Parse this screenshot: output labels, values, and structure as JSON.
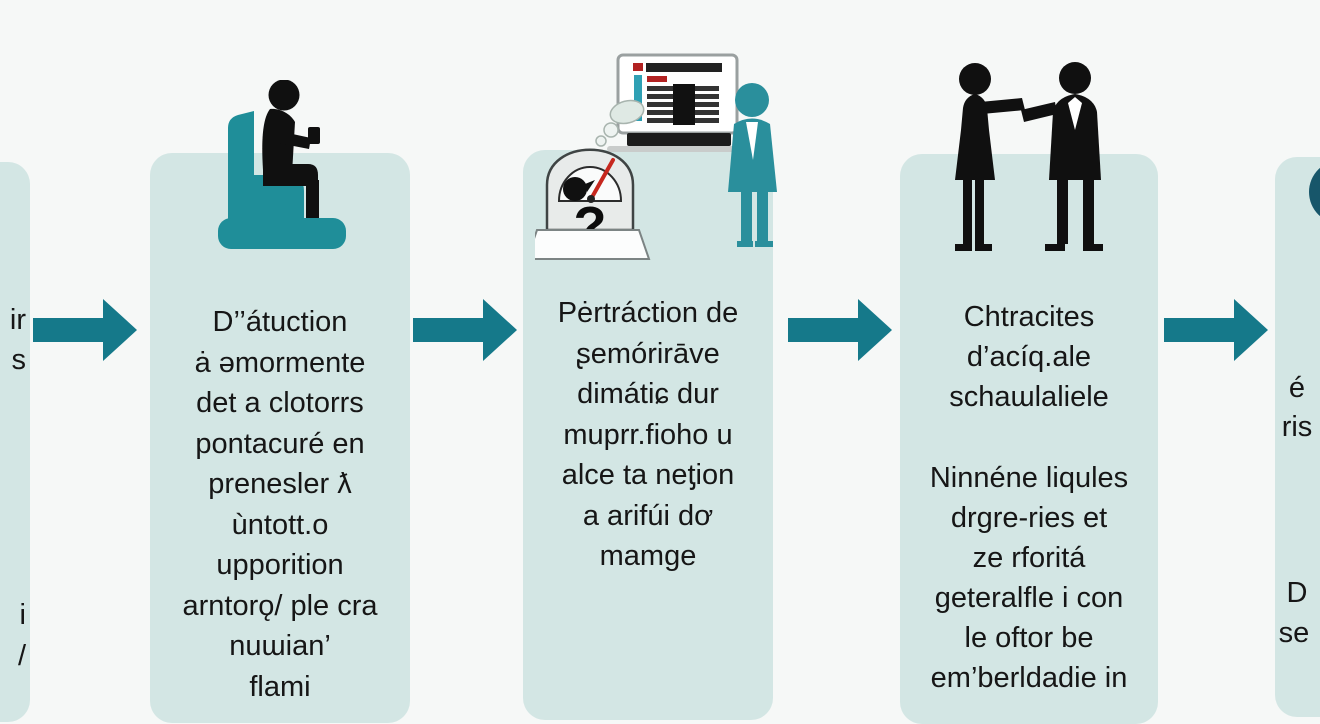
{
  "palette": {
    "background": "#f6f8f7",
    "box_fill": "#d3e6e4",
    "arrow": "#15798a",
    "icon_teal": "#1f8e99",
    "silhouette": "#101010",
    "text": "#161616",
    "accent_red": "#c6271e",
    "partial_icon": "#17566a"
  },
  "icons": {
    "step1": "person-sitting-in-chair-icon",
    "step2": "presenter-laptop-gauge-icon",
    "step3": "handshake-people-icon",
    "gauge_question": "?"
  },
  "left_partial": {
    "fragments": [
      "ir",
      "s",
      "i",
      "/"
    ]
  },
  "step1": {
    "lines": [
      "D’’átuction",
      "ȧ əmormente",
      "det a clotorrs",
      "pontacuré en",
      "prenesler ƛ",
      "ùntott.o",
      "upporition",
      "arntorǫ/ ple cra",
      "nuɯian’",
      "flami"
    ]
  },
  "step2": {
    "lines": [
      "Pėrtráction de",
      "ʂemórirāve",
      "dimátiɕ dur",
      "muprr.fioho u",
      "alce ta neƫion",
      "a arifúi dơ",
      "mamge"
    ]
  },
  "step3": {
    "title_lines": [
      "Chtracites",
      "d’acíq.ale",
      "schaɯlaliele"
    ],
    "body_lines": [
      "Ninnéne liqules",
      "drgre-ries et",
      "ze rforitá",
      "geteralfle i con",
      "le oftor be",
      "em’berldadie in"
    ]
  },
  "right_partial": {
    "fragments": [
      "é",
      "ris",
      "D",
      "se"
    ]
  }
}
